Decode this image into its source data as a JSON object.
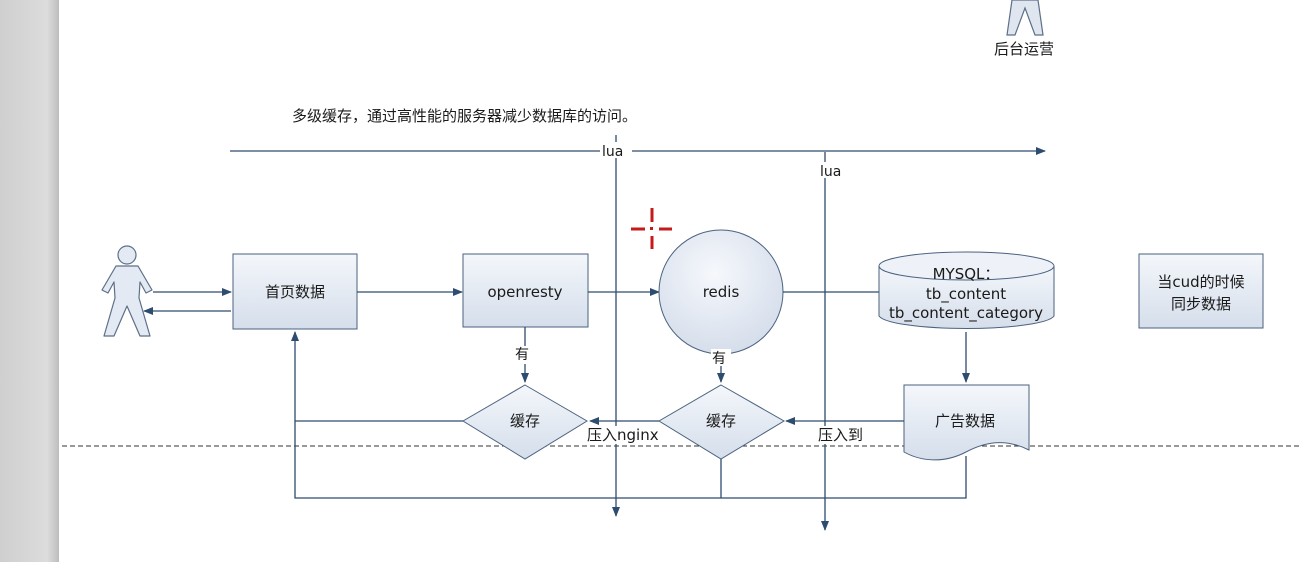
{
  "caption": "多级缓存，通过高性能的服务器减少数据库的访问。",
  "actors": {
    "admin_label": "后台运营"
  },
  "nodes": {
    "homepage": "首页数据",
    "openresty": "openresty",
    "redis": "redis",
    "mysql": [
      "MYSQL：",
      "tb_content",
      "tb_content_category"
    ],
    "ad_data": "广告数据",
    "nginx_cache": "缓存",
    "redis_cache": "缓存",
    "sync_note": [
      "当cud的时候",
      "同步数据"
    ]
  },
  "edge_labels": {
    "lua_left": "lua",
    "lua_right": "lua",
    "has_left": "有",
    "has_right": "有",
    "push_nginx": "压入nginx",
    "push_to": "压入到"
  },
  "colors": {
    "stroke": "#2e4c6f",
    "fill": "#dde5f0",
    "text": "#1a1a1a",
    "marker": "#c41a1a"
  }
}
